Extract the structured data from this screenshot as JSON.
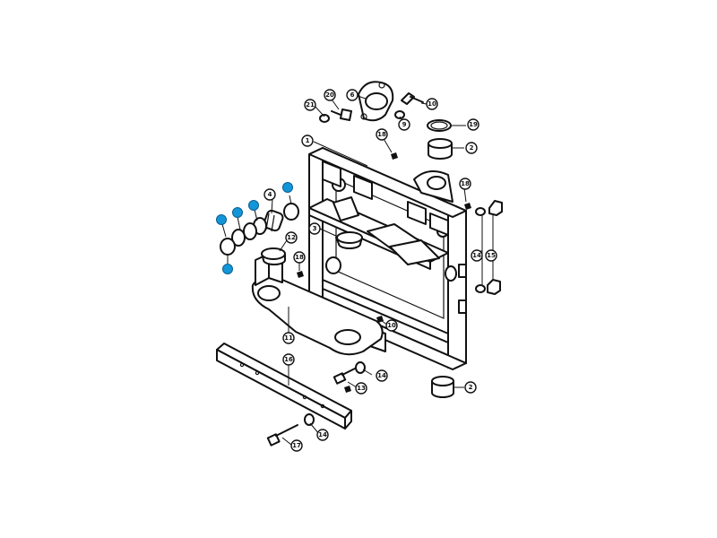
{
  "diagram": {
    "callouts": [
      {
        "id": "c21",
        "label": "21"
      },
      {
        "id": "c20",
        "label": "20"
      },
      {
        "id": "c6",
        "label": "6"
      },
      {
        "id": "c10a",
        "label": "10"
      },
      {
        "id": "c9",
        "label": "9"
      },
      {
        "id": "c19",
        "label": "19"
      },
      {
        "id": "c2a",
        "label": "2"
      },
      {
        "id": "c1",
        "label": "1"
      },
      {
        "id": "c18a",
        "label": "18"
      },
      {
        "id": "c18b",
        "label": "18"
      },
      {
        "id": "c4",
        "label": "4"
      },
      {
        "id": "c3",
        "label": "3"
      },
      {
        "id": "c12",
        "label": "12"
      },
      {
        "id": "c18c",
        "label": "18"
      },
      {
        "id": "c14a",
        "label": "14"
      },
      {
        "id": "c15",
        "label": "15"
      },
      {
        "id": "c11",
        "label": "11"
      },
      {
        "id": "c10b",
        "label": "10"
      },
      {
        "id": "c16",
        "label": "16"
      },
      {
        "id": "c14b",
        "label": "14"
      },
      {
        "id": "c13",
        "label": "13"
      },
      {
        "id": "c2b",
        "label": "2"
      },
      {
        "id": "c14c",
        "label": "14"
      },
      {
        "id": "c17",
        "label": "17"
      }
    ],
    "highlight_color": "#1296d8"
  }
}
